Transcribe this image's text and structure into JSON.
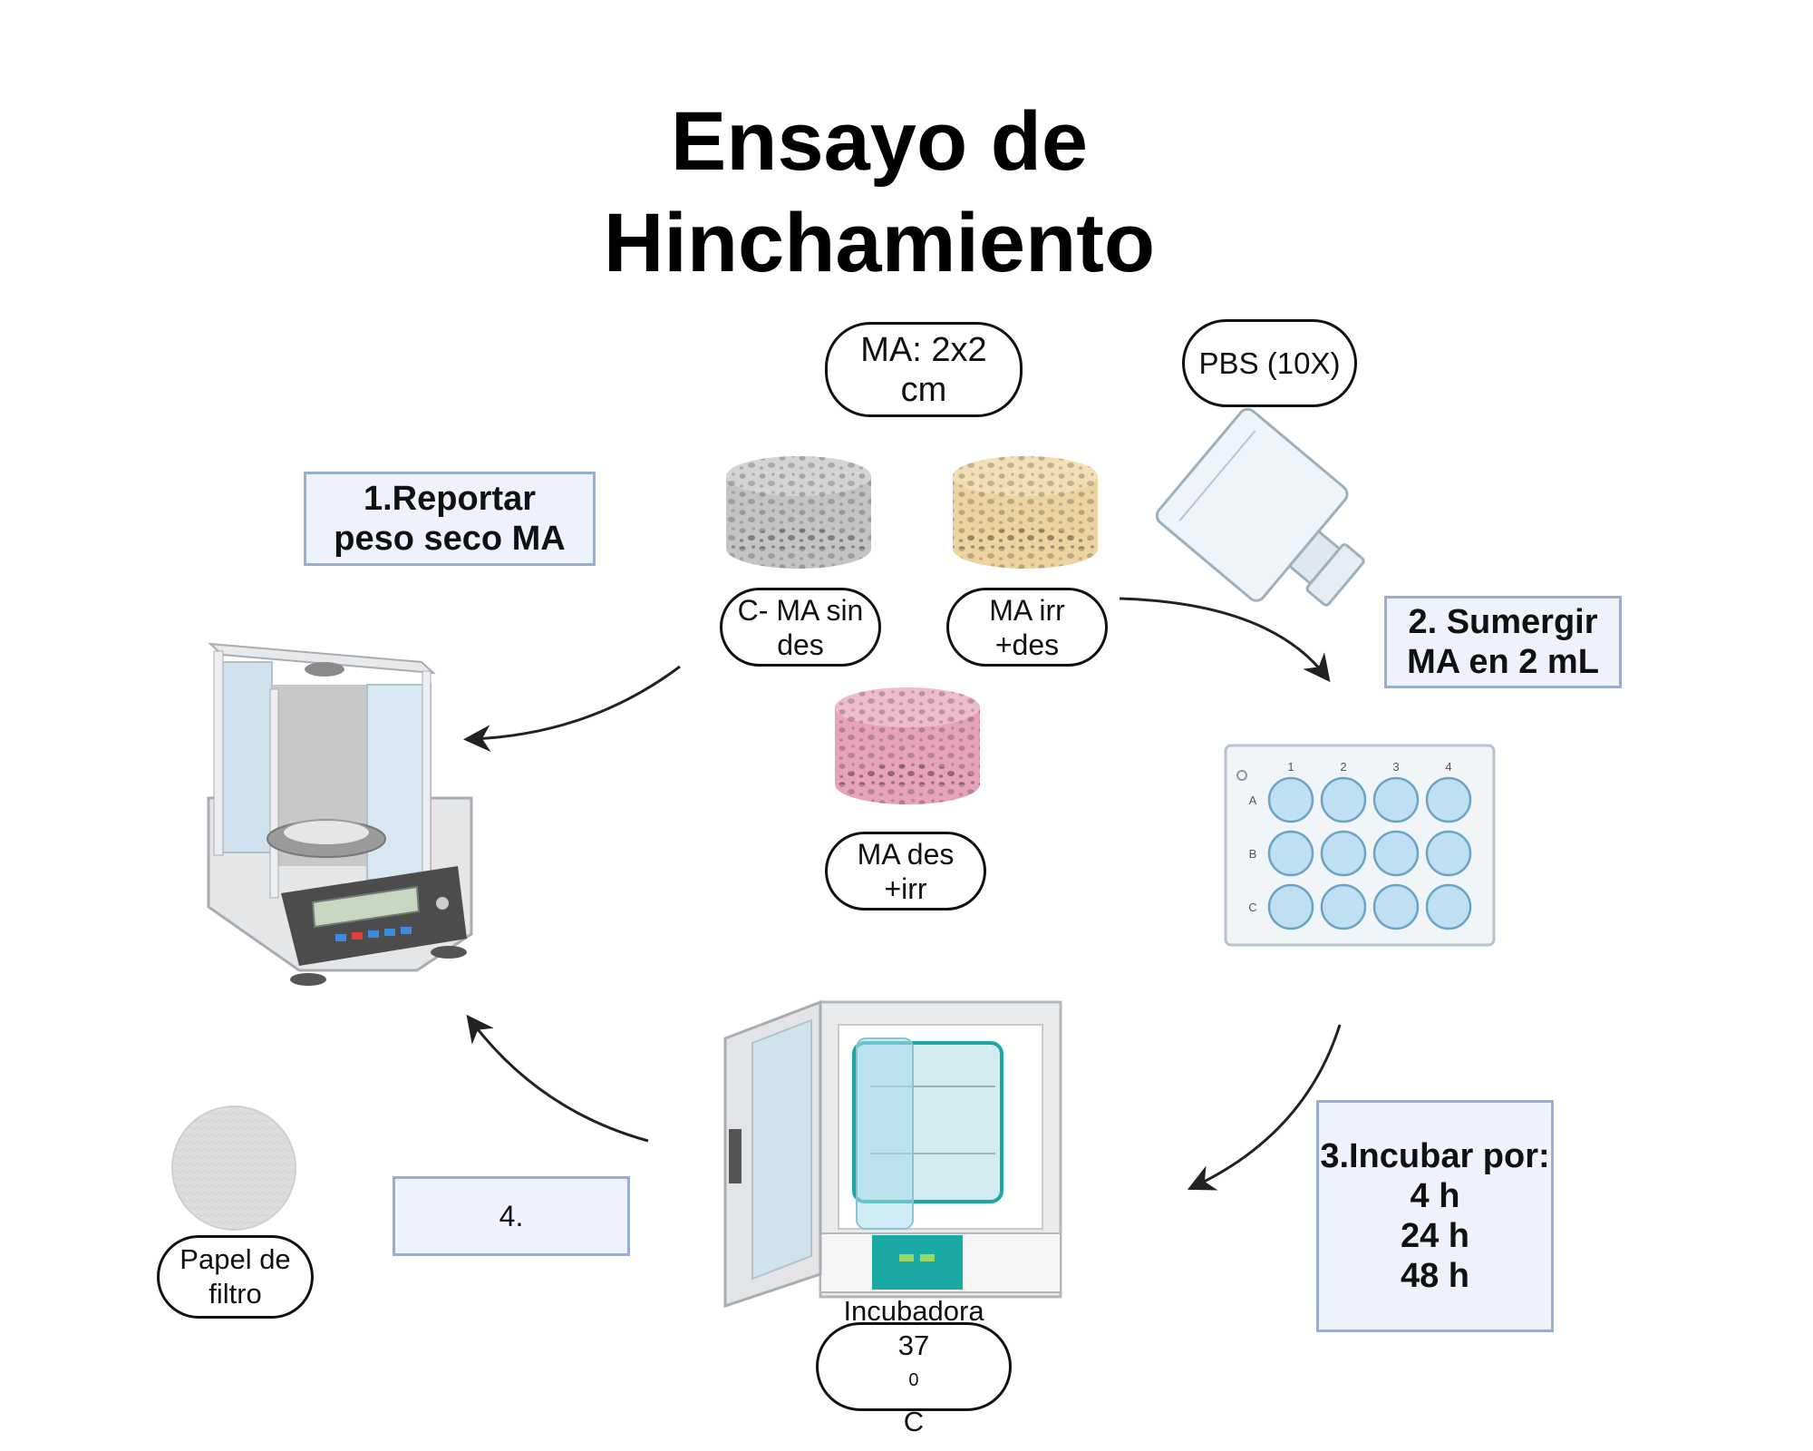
{
  "title": {
    "line1": "Ensayo de",
    "line2": "Hinchamiento"
  },
  "steps": {
    "step1": {
      "line1": "1.Reportar",
      "line2": "peso seco MA"
    },
    "step2": {
      "line1": "2. Sumergir",
      "line2": "MA en 2 mL"
    },
    "step3": {
      "line1": "3.Incubar por:",
      "line2": "4 h",
      "line3": "24 h",
      "line4": "48 h"
    },
    "step4": {
      "label": "4."
    }
  },
  "labels": {
    "ma_size": {
      "line1": "MA: 2x2",
      "line2": "cm"
    },
    "pbs": "PBS (10X)",
    "sample_neg": {
      "line1": "C- MA sin",
      "line2": "des"
    },
    "sample_irr": {
      "line1": "MA irr",
      "line2": "+des"
    },
    "sample_des": {
      "line1": "MA des",
      "line2": "+irr"
    },
    "filter_paper": {
      "line1": "Papel de",
      "line2": "filtro"
    },
    "incubator": {
      "line1": "Incubadora",
      "line2_pre": "37 ",
      "line2_sup": "0",
      "line2_post": "C"
    }
  },
  "plate": {
    "columns": [
      "1",
      "2",
      "3",
      "4"
    ],
    "rows": [
      "A",
      "B",
      "C"
    ]
  },
  "colors": {
    "sample_neg": "#c4c4c4",
    "sample_irr": "#ecd3a0",
    "sample_des": "#e7a3b8",
    "step_box_fill": "#eef3fb",
    "step_box_border": "#9aaed4",
    "well_fill": "#bfe0f2",
    "incubator_panel": "#1aa8a4"
  }
}
